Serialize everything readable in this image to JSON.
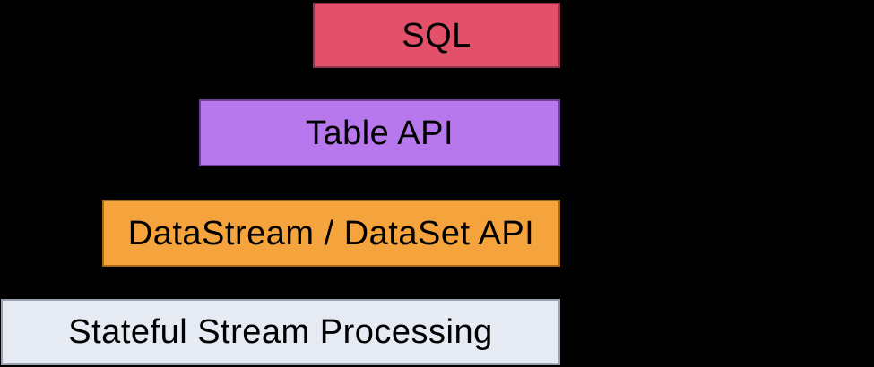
{
  "diagram": {
    "background": "#000000",
    "text_color": "#000000",
    "layers": [
      {
        "label": "SQL",
        "fill": "#e25169",
        "border": "#8f3748"
      },
      {
        "label": "Table API",
        "fill": "#b678ec",
        "border": "#6f4190"
      },
      {
        "label": "DataStream / DataSet API",
        "fill": "#f5a33c",
        "border": "#a8691b"
      },
      {
        "label": "Stateful Stream Processing",
        "fill": "#e6eaf3",
        "border": "#9da3af"
      }
    ]
  }
}
